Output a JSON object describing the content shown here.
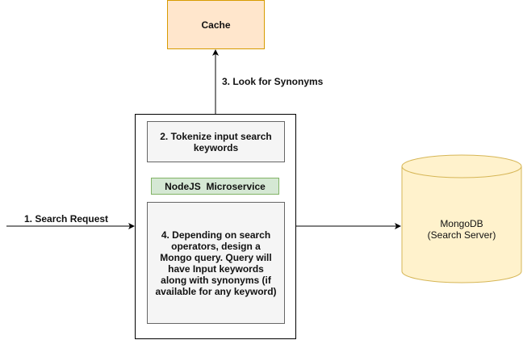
{
  "nodes": {
    "cache": {
      "label": "Cache"
    },
    "tokenize": {
      "label": "2. Tokenize input search keywords"
    },
    "service": {
      "label": "NodeJS  Microservice"
    },
    "query": {
      "label": "4. Depending on search operators, design a Mongo query. Query will have Input keywords along with synonyms (if available for any keyword)"
    },
    "mongodb": {
      "label_line1": "MongoDB",
      "label_line2": "(Search Server)"
    }
  },
  "edges": {
    "synonyms": {
      "label": "3. Look for Synonyms"
    },
    "request": {
      "label": "1. Search Request"
    }
  },
  "colors": {
    "cache_fill": "#ffe6cc",
    "cache_stroke": "#d79b00",
    "process_fill": "#f5f5f5",
    "process_stroke": "#666666",
    "service_fill": "#d5e8d4",
    "service_stroke": "#82b366",
    "db_fill": "#fff2cc",
    "db_stroke": "#d6b656"
  }
}
